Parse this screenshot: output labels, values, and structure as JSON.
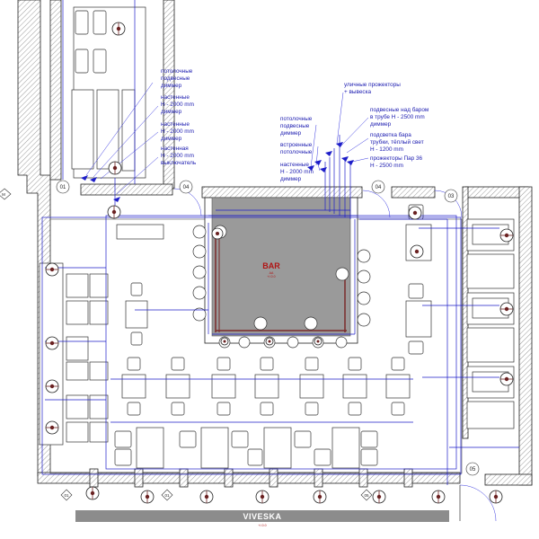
{
  "labels": {
    "left_group": [
      "потолочные",
      "подвесные",
      "диммер",
      "настенные",
      "H - 2000 mm",
      "диммер",
      "настенные",
      "H - 2000 mm",
      "диммер",
      "настенная",
      "H - 2000 mm",
      "выключатель"
    ],
    "mid_group": [
      "потолочные",
      "подвесные",
      "диммер",
      "встроенные",
      "потолочные",
      "настенные",
      "H - 2000 mm",
      "диммер"
    ],
    "right_group": [
      "уличные прожекторы",
      "+ вывеска",
      "подвесные над баром",
      "в трубе H - 2500 mm",
      "диммер",
      "подсветка бара",
      "трубки, тёплый свет",
      "H - 1200 mm",
      "прожекторы Пар 36",
      "H - 2500 mm"
    ]
  },
  "bar": {
    "title": "BAR",
    "subtitle_1": "AA",
    "subtitle_2": "+/-0.0"
  },
  "sign": {
    "title": "VIVESKA",
    "subtitle": "+/-0.0"
  },
  "tags": {
    "t01": "01",
    "t04a": "04",
    "t04b": "04",
    "t03": "03",
    "t05": "05",
    "t01b": "01",
    "t01c": "01",
    "t05b": "05",
    "tM": "M"
  },
  "colors": {
    "wiring": "#1d1dc8",
    "bar_fill": "#9a9a9a",
    "lamp": "#6b2222",
    "sign_band": "#8c8c8c",
    "label": "#1b1bb0"
  }
}
